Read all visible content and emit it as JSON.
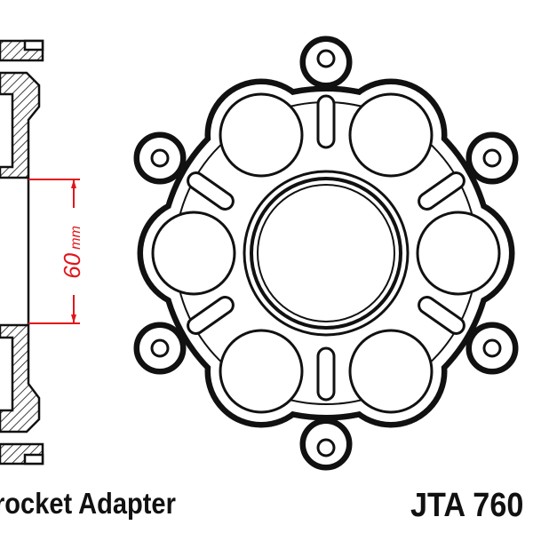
{
  "caption_left": "rocket Adapter",
  "caption_right": "JTA 760",
  "dimension": {
    "value": "60",
    "unit": "mm"
  },
  "colors": {
    "dimension": "#e0161b",
    "line": "#111111",
    "background": "#ffffff"
  }
}
